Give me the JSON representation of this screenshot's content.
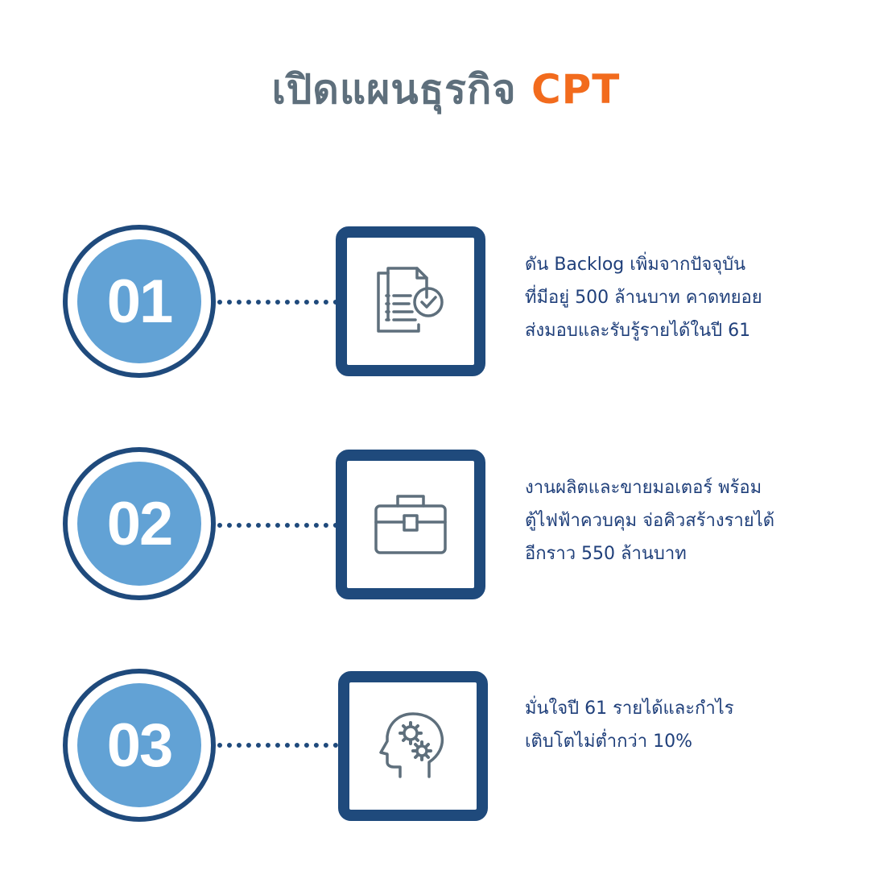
{
  "title": {
    "main": "เปิดแผนธุรกิจ",
    "accent": "CPT"
  },
  "steps": [
    {
      "number": "01",
      "icon": "document-check-icon",
      "lines": [
        "ดัน Backlog เพิ่มจากปัจจุบัน",
        "ที่มีอยู่ 500 ล้านบาท คาดทยอย",
        "ส่งมอบและรับรู้รายได้ในปี 61"
      ]
    },
    {
      "number": "02",
      "icon": "briefcase-icon",
      "lines": [
        "งานผลิตและขายมอเตอร์ พร้อม",
        "ตู้ไฟฟ้าควบคุม จ่อคิวสร้างรายได้",
        "อีกราว 550 ล้านบาท"
      ]
    },
    {
      "number": "03",
      "icon": "head-gears-icon",
      "lines": [
        "มั่นใจปี 61 รายได้และกำไร",
        "เติบโตไม่ต่ำกว่า 10%"
      ]
    }
  ],
  "colors": {
    "navy": "#1f4a7c",
    "circle_fill": "#62a2d5",
    "accent": "#f26b1d",
    "title": "#5e6f7c",
    "icon": "#5e6f7c",
    "text": "#1f3f7a"
  }
}
